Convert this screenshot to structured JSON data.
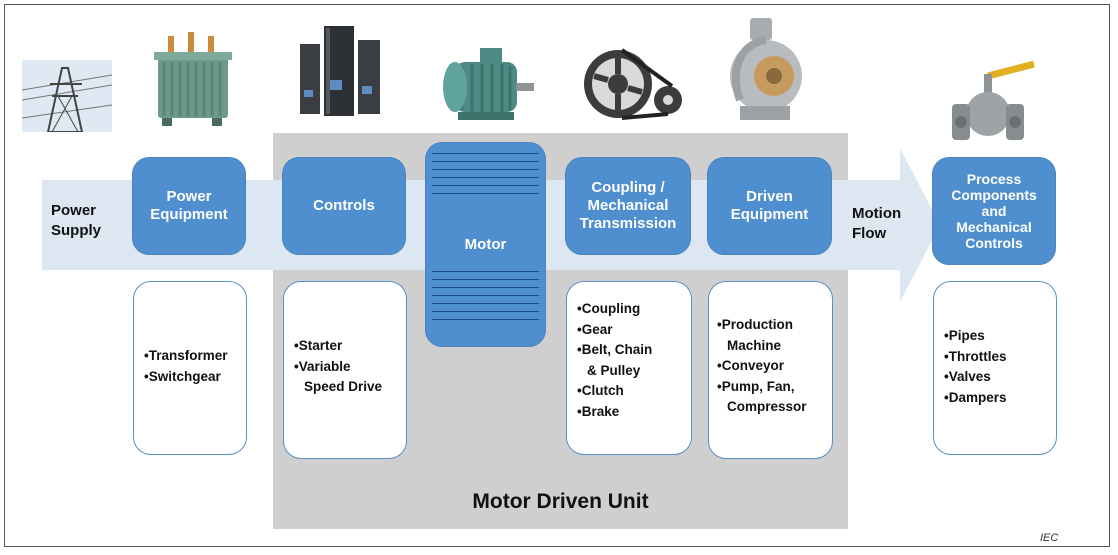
{
  "flow": {
    "input_label": "Power\nSupply",
    "motion_label": "Motion\nFlow"
  },
  "stages": {
    "power_equipment": "Power\nEquipment",
    "controls": "Controls",
    "motor": "Motor",
    "coupling": "Coupling /\nMechanical\nTransmission",
    "driven": "Driven\nEquipment",
    "process": "Process\nComponents\nand\nMechanical\nControls"
  },
  "lists": {
    "power_equipment": [
      "•Transformer",
      "•Switchgear"
    ],
    "controls": [
      "•Starter",
      "•Variable\nSpeed Drive"
    ],
    "coupling": [
      "•Coupling",
      "•Gear",
      "•Belt, Chain\n& Pulley",
      "•Clutch",
      "•Brake"
    ],
    "driven": [
      "•Production\nMachine",
      "•Conveyor",
      "•Pump, Fan,\nCompressor"
    ],
    "process": [
      "•Pipes",
      "•Throttles",
      "•Valves",
      "•Dampers"
    ]
  },
  "mdu_title": "Motor Driven Unit",
  "credit": "IEC",
  "colors": {
    "box": "#4f8fd0",
    "band": "#dce7f2",
    "mdu": "#cfcfcf"
  },
  "icons": [
    "power-pylon-icon",
    "transformer-icon",
    "drive-cabinet-icon",
    "electric-motor-icon",
    "belt-pulley-icon",
    "pump-icon",
    "ball-valve-icon"
  ]
}
